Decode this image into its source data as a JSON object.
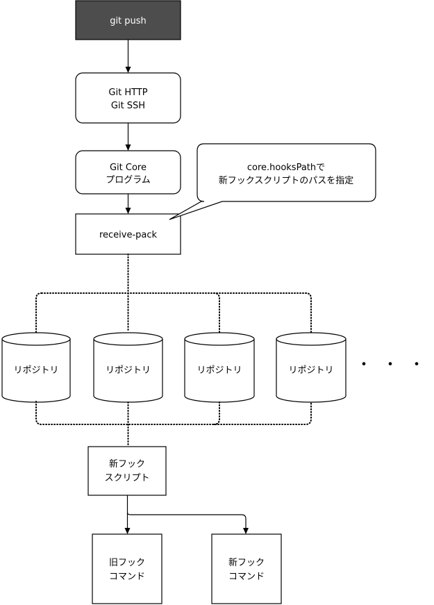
{
  "nodes": {
    "git_push": "git push",
    "git_http_ssh": [
      "Git HTTP",
      "Git SSH"
    ],
    "git_core": [
      "Git Core",
      "プログラム"
    ],
    "receive_pack": "receive-pack",
    "callout": [
      "core.hooksPathで",
      "新フックスクリプトのパスを指定"
    ],
    "repositories": [
      "リポジトリ",
      "リポジトリ",
      "リポジトリ",
      "リポジトリ"
    ],
    "ellipsis": "・・・",
    "new_hook_script": [
      "新フック",
      "スクリプト"
    ],
    "old_hook_command": [
      "旧フック",
      "コマンド"
    ],
    "new_hook_command": [
      "新フック",
      "コマンド"
    ]
  },
  "colors": {
    "push_fill": "#4d4d4d",
    "stroke": "#000000",
    "background": "#ffffff"
  }
}
